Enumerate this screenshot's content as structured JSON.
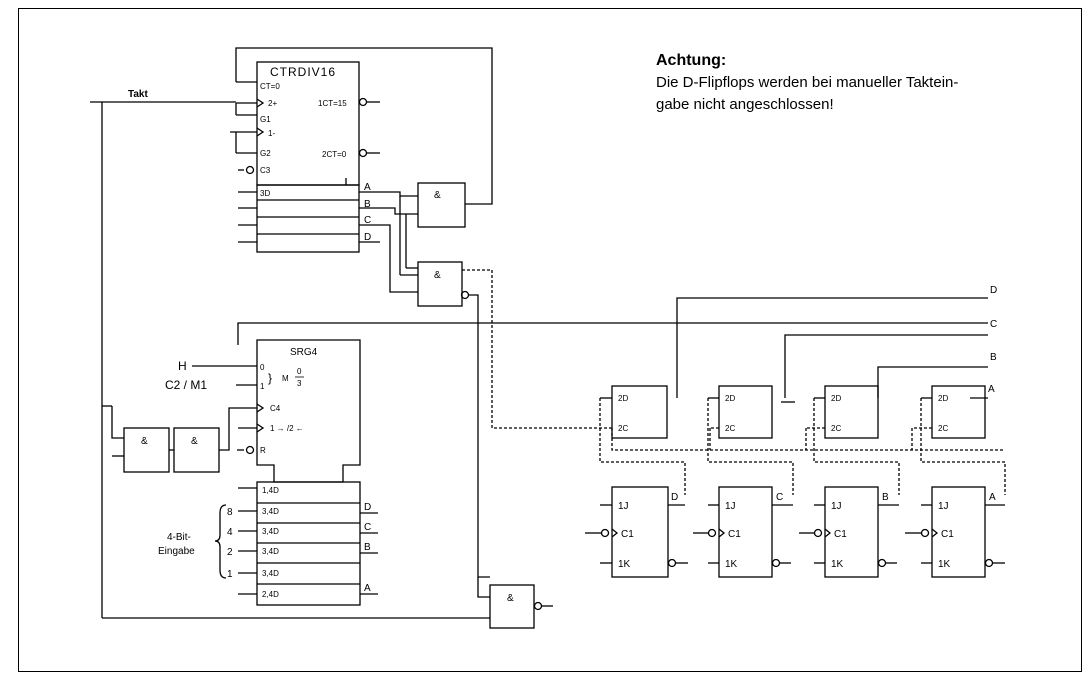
{
  "note": {
    "title": "Achtung:",
    "line1": "Die D-Flipflops werden bei manueller Taktein-",
    "line2": "gabe nicht angeschlossen!"
  },
  "signals": {
    "clock": "Takt",
    "h": "H",
    "c2m1": "C2 / M1"
  },
  "counter": {
    "title": "CTRDIV16",
    "ct0": "CT=0",
    "in2": "2+",
    "g1": "G1",
    "in1": "1-",
    "g2": "G2",
    "c3": "C3",
    "ct15": "1CT=15",
    "ct0out": "2CT=0",
    "load": "3D",
    "outputs": [
      "A",
      "B",
      "C",
      "D"
    ]
  },
  "shift_register": {
    "title": "SRG4",
    "in0": "0",
    "in1": "1",
    "mode": "M",
    "mode_num": "0",
    "mode_den": "3",
    "c4": "C4",
    "shift": "1 → /2 ←",
    "reset": "R",
    "cells": [
      "1,4D",
      "3,4D",
      "3,4D",
      "3,4D",
      "3,4D",
      "2,4D"
    ],
    "outputs": [
      "D",
      "C",
      "B",
      "A"
    ]
  },
  "input_group": {
    "label1": "4-Bit-",
    "label2": "Eingabe",
    "weights": [
      "8",
      "4",
      "2",
      "1"
    ]
  },
  "gate_symbol": "&",
  "d_latches": {
    "d_label": "2D",
    "c_label": "2C"
  },
  "jk_flipflops": {
    "j_label": "1J",
    "c_label": "C1",
    "k_label": "1K",
    "outputs": [
      "D",
      "C",
      "B",
      "A"
    ]
  },
  "bus_labels": [
    "D",
    "C",
    "B",
    "A"
  ]
}
